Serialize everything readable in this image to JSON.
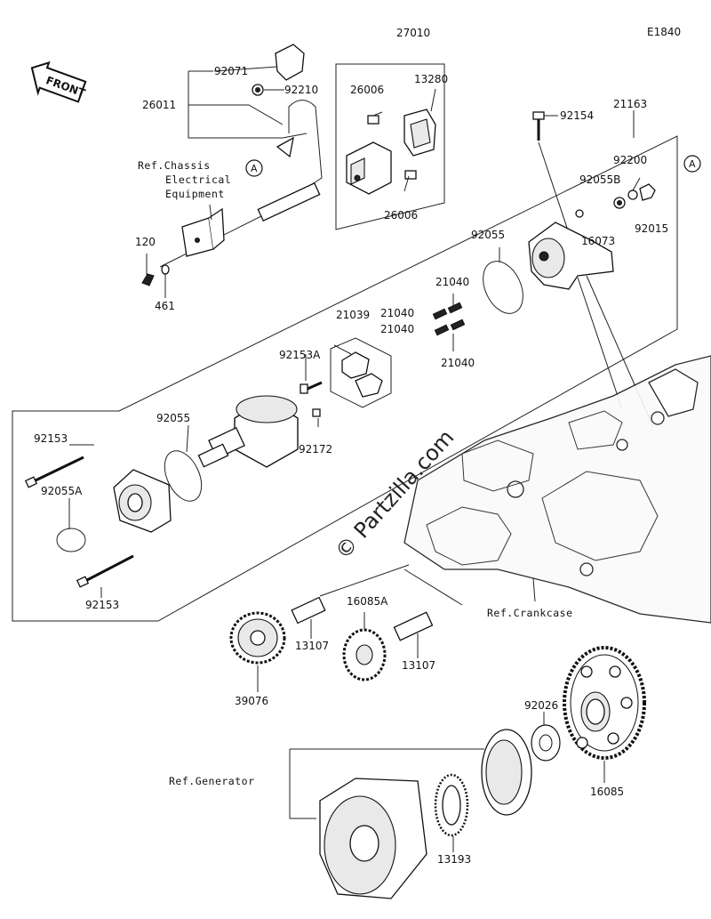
{
  "diagram_code": "E1840",
  "front_label": "FRONT",
  "watermark": "© Partzilla.com",
  "callout_letter": "A",
  "refs": {
    "chassis": [
      "Ref.Chassis",
      "Electrical",
      "Equipment"
    ],
    "crankcase": "Ref.Crankcase",
    "generator": "Ref.Generator"
  },
  "part_numbers": {
    "p27010": "27010",
    "p92071": "92071",
    "p92210": "92210",
    "p26011": "26011",
    "p26006a": "26006",
    "p13280": "13280",
    "p26006b": "26006",
    "p120": "120",
    "p461": "461",
    "p92154": "92154",
    "p21163": "21163",
    "p92200": "92200",
    "p92055B": "92055B",
    "p16073": "16073",
    "p92015": "92015",
    "p92055top": "92055",
    "p21040a": "21040",
    "p21040b": "21040",
    "p21040c": "21040",
    "p21040d": "21040",
    "p21039": "21039",
    "p92153A": "92153A",
    "p92172": "92172",
    "p92055mid": "92055",
    "p92153a": "92153",
    "p92055A": "92055A",
    "p92153b": "92153",
    "p16085A": "16085A",
    "p13107a": "13107",
    "p13107b": "13107",
    "p39076": "39076",
    "p92026": "92026",
    "p16085": "16085",
    "p13193": "13193"
  }
}
